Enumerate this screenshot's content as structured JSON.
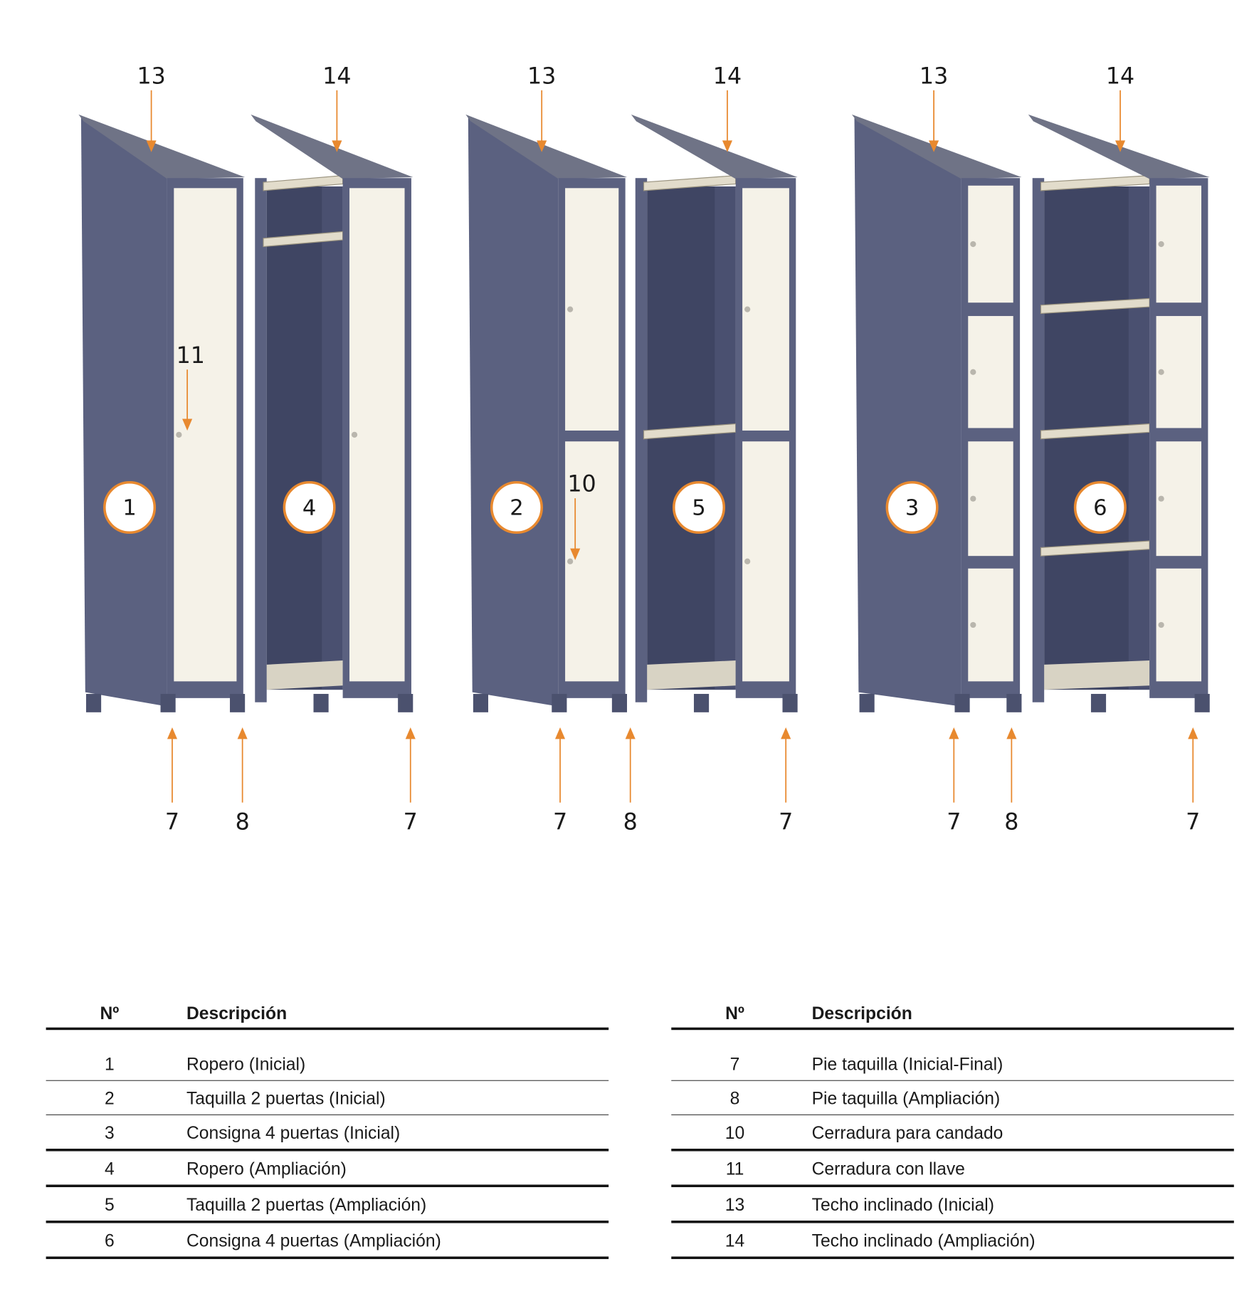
{
  "diagram": {
    "units": [
      {
        "id": "1",
        "type": "closed",
        "doors": 1
      },
      {
        "id": "4",
        "type": "open",
        "doors": 1
      },
      {
        "id": "2",
        "type": "closed",
        "doors": 2
      },
      {
        "id": "5",
        "type": "open",
        "doors": 2
      },
      {
        "id": "3",
        "type": "closed",
        "doors": 4
      },
      {
        "id": "6",
        "type": "open",
        "doors": 4
      }
    ],
    "callouts_top": [
      "13",
      "14",
      "13",
      "14",
      "13",
      "14"
    ],
    "callouts_bottom": [
      "7",
      "8",
      "7",
      "7",
      "8",
      "7",
      "7",
      "8",
      "7"
    ],
    "callout_lock_key": "11",
    "callout_lock_padlock": "10",
    "colors": {
      "accent": "#e8892f",
      "body": "#5b6180",
      "interior": "#3f4563",
      "door": "#f5f2e8",
      "roof": "#6f7386"
    }
  },
  "tables": [
    {
      "header": {
        "num": "Nº",
        "desc": "Descripción"
      },
      "rows": [
        {
          "num": "1",
          "desc": "Ropero (Inicial)"
        },
        {
          "num": "2",
          "desc": "Taquilla 2 puertas (Inicial)"
        },
        {
          "num": "3",
          "desc": "Consigna 4 puertas (Inicial)"
        },
        {
          "num": "4",
          "desc": "Ropero (Ampliación)"
        },
        {
          "num": "5",
          "desc": "Taquilla 2 puertas (Ampliación)"
        },
        {
          "num": "6",
          "desc": "Consigna 4 puertas (Ampliación)"
        }
      ]
    },
    {
      "header": {
        "num": "Nº",
        "desc": "Descripción"
      },
      "rows": [
        {
          "num": "7",
          "desc": "Pie taquilla (Inicial-Final)"
        },
        {
          "num": "8",
          "desc": "Pie taquilla (Ampliación)"
        },
        {
          "num": "10",
          "desc": "Cerradura para candado"
        },
        {
          "num": "11",
          "desc": "Cerradura con llave"
        },
        {
          "num": "13",
          "desc": "Techo inclinado (Inicial)"
        },
        {
          "num": "14",
          "desc": "Techo inclinado (Ampliación)"
        }
      ]
    }
  ]
}
